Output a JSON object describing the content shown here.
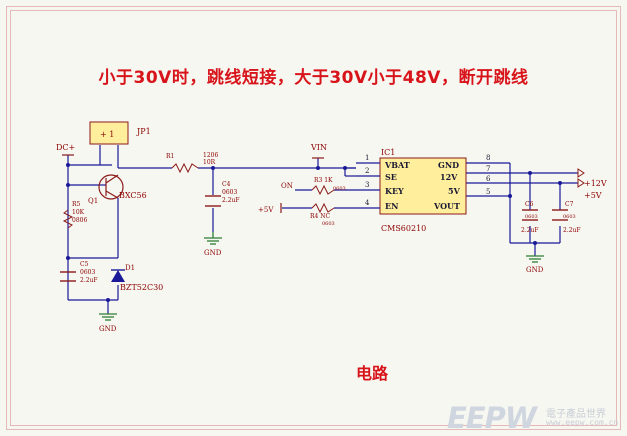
{
  "title": "小于30V时，跳线短接，大于30V小于48V，断开跳线",
  "caption": "电路",
  "watermark": {
    "brand": "EEPW",
    "tagline": "電子產品世界",
    "url": "www.eepw.com.cn"
  },
  "colors": {
    "wire": "#1a1a99",
    "component": "#8b1a1a",
    "text": "#8b0000",
    "title": "#d8141b",
    "ground": "#2e7d32"
  },
  "net_labels": {
    "dc_in": "DC+",
    "vin": "VIN",
    "gnd_left": "GND",
    "gnd_mid": "GND",
    "gnd_right": "GND",
    "p12v": "+12V",
    "p5v": "+5V",
    "p5v_in": "+5V",
    "on": "ON"
  },
  "components": {
    "jp1": {
      "ref": "JP1",
      "value": "+ 1"
    },
    "q1": {
      "ref": "Q1",
      "value": "BXC56"
    },
    "r1": {
      "ref": "R1"
    },
    "r_top": {
      "ref": "1206",
      "value": "10R"
    },
    "r_left": {
      "ref": "R5",
      "value": "10K",
      "pkg": "0806"
    },
    "c4": {
      "ref": "C4",
      "value": "0603",
      "cap": "2.2uF"
    },
    "c5": {
      "ref": "C5",
      "value": "0603",
      "cap": "2.2uF"
    },
    "d1": {
      "ref": "D1",
      "value": "BZT52C30"
    },
    "r3": {
      "ref": "R3 1K",
      "pkg": "0603"
    },
    "r4": {
      "ref": "R4 NC",
      "pkg": "0603"
    },
    "c6": {
      "ref": "C6",
      "value": "0603",
      "cap": "2.2uF"
    },
    "c7": {
      "ref": "C7",
      "value": "0603",
      "cap": "2.2uF"
    }
  },
  "ic": {
    "ref": "IC1",
    "part": "CMS60210",
    "left_pins": [
      {
        "num": "1",
        "name": "VBAT"
      },
      {
        "num": "2",
        "name": "SE"
      },
      {
        "num": "3",
        "name": "KEY"
      },
      {
        "num": "4",
        "name": "EN"
      }
    ],
    "right_pins": [
      {
        "num": "8",
        "name": "GND"
      },
      {
        "num": "7",
        "name": "12V"
      },
      {
        "num": "6",
        "name": "5V"
      },
      {
        "num": "5",
        "name": "VOUT"
      }
    ]
  }
}
